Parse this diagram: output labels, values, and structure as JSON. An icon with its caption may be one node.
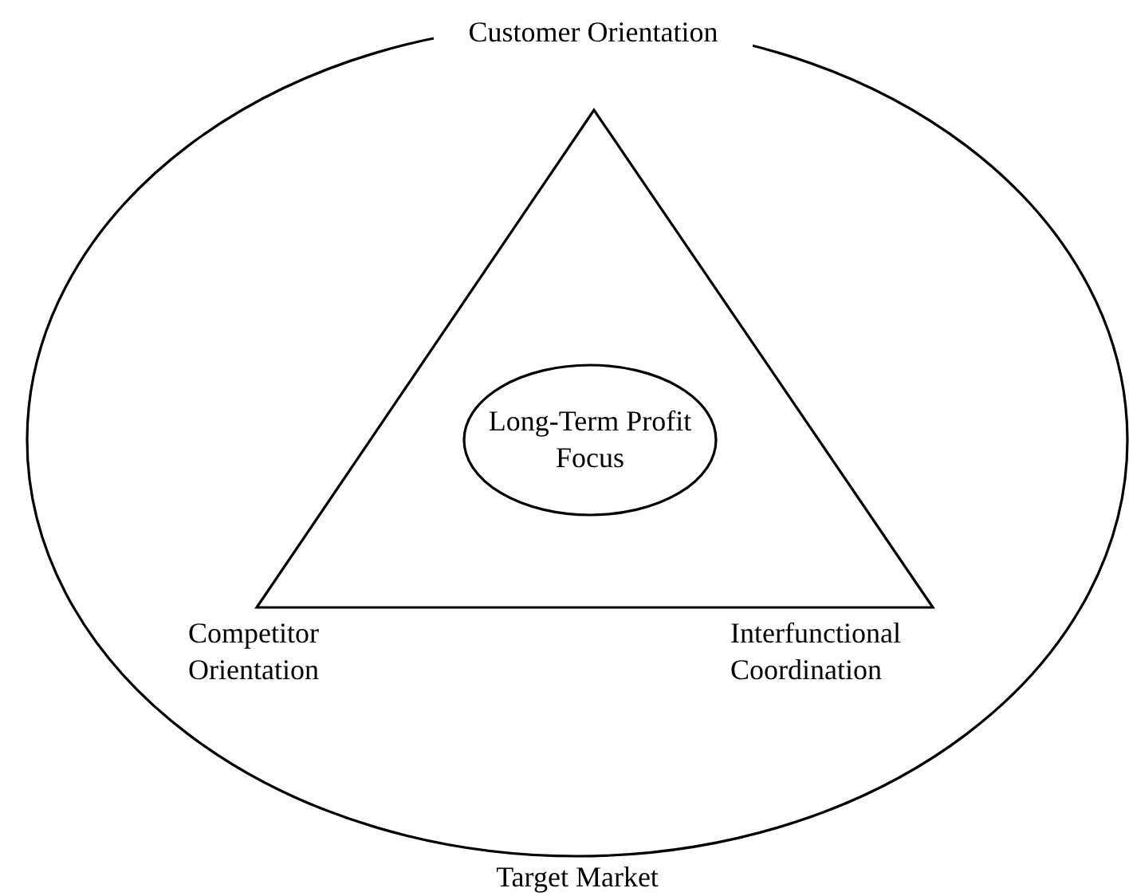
{
  "diagram": {
    "nodes": [
      {
        "text": [
          "Target Market"
        ]
      },
      {
        "text": [
          "Customer Orientation",
          "Competitor Orientation",
          "Interfunctional Coordination"
        ],
        "in": 0
      },
      {
        "text": [
          "Long-Term Profit Focus"
        ],
        "in": 1
      }
    ]
  }
}
